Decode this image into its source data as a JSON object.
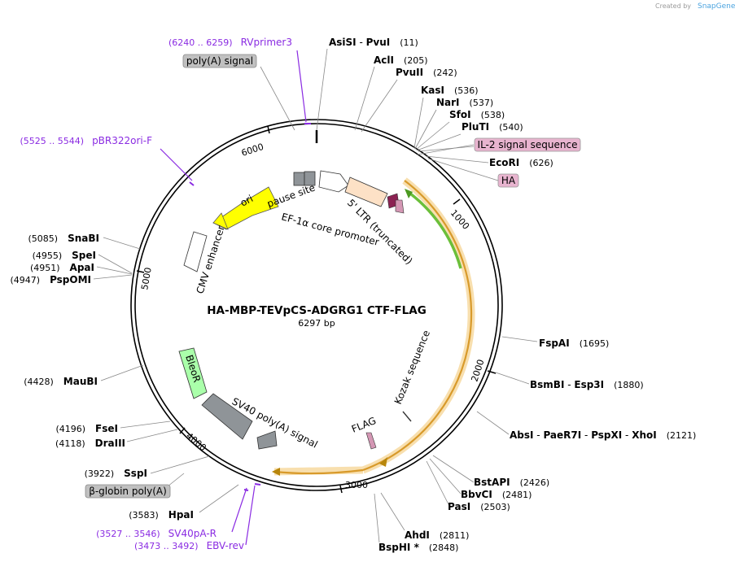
{
  "credit": {
    "prefix": "Created by",
    "brand": "SnapGene"
  },
  "plasmid": {
    "name": "HA-MBP-TEVpCS-ADGRG1 CTF-FLAG",
    "length": "6297 bp"
  },
  "ticks": [
    "1000",
    "2000",
    "3000",
    "4000",
    "5000",
    "6000"
  ],
  "sites": [
    {
      "name": "AsiSI",
      "sep": " - ",
      "name2": "PvuI",
      "pos": "(11)"
    },
    {
      "name": "AclI",
      "pos": "(205)"
    },
    {
      "name": "PvuII",
      "pos": "(242)"
    },
    {
      "name": "KasI",
      "pos": "(536)"
    },
    {
      "name": "NarI",
      "pos": "(537)"
    },
    {
      "name": "SfoI",
      "pos": "(538)"
    },
    {
      "name": "PluTI",
      "pos": "(540)"
    },
    {
      "name": "EcoRI",
      "pos": "(626)"
    },
    {
      "name": "FspAI",
      "pos": "(1695)"
    },
    {
      "name": "BsmBI",
      "sep": " - ",
      "name2": "Esp3I",
      "pos": "(1880)"
    },
    {
      "name": "AbsI",
      "sep": " - ",
      "name2": "PaeR7I",
      "sep2": " - ",
      "name3": "PspXI",
      "sep3": " - ",
      "name4": "XhoI",
      "pos": "(2121)"
    },
    {
      "name": "BstAPI",
      "pos": "(2426)"
    },
    {
      "name": "BbvCI",
      "pos": "(2481)"
    },
    {
      "name": "PasI",
      "pos": "(2503)"
    },
    {
      "name": "AhdI",
      "pos": "(2811)"
    },
    {
      "name": "BspHI",
      "star": " *",
      "pos": "(2848)"
    },
    {
      "name": "HpaI",
      "pos": "(3583)"
    },
    {
      "name": "SspI",
      "pos": "(3922)"
    },
    {
      "name": "DraIII",
      "pos": "(4118)"
    },
    {
      "name": "FseI",
      "pos": "(4196)"
    },
    {
      "name": "MauBI",
      "pos": "(4428)"
    },
    {
      "name": "PspOMI",
      "pos": "(4947)"
    },
    {
      "name": "ApaI",
      "pos": "(4951)"
    },
    {
      "name": "SpeI",
      "pos": "(4955)"
    },
    {
      "name": "SnaBI",
      "pos": "(5085)"
    }
  ],
  "primers": [
    {
      "range": "(6240 .. 6259)",
      "name": "RVprimer3"
    },
    {
      "range": "(5525 .. 5544)",
      "name": "pBR322ori-F"
    },
    {
      "range": "(3527 .. 3546)",
      "name": "SV40pA-R"
    },
    {
      "range": "(3473 .. 3492)",
      "name": "EBV-rev"
    }
  ],
  "boxes": {
    "polya": "poly(A) signal",
    "il2": "IL-2 signal sequence",
    "ha": "HA",
    "bglobin": "β-globin poly(A)"
  },
  "features": {
    "ori": "ori",
    "pause": "pause site",
    "ef1a": "EF-1α core promoter",
    "ltr": "5' LTR (truncated)",
    "cmv": "CMV enhancer",
    "kozak": "Kozak sequence",
    "flag": "FLAG",
    "sv40": "SV40 poly(A) signal",
    "bleor": "BleoR"
  },
  "colors": {
    "backbone": "#000000",
    "primer": "#8a2be2",
    "ori": "#ffff00",
    "bleor": "#aaffaa",
    "polya_box": "#c0c0c0",
    "il2_box": "#e8b4cf",
    "ltr": "#fde1c6",
    "orf_glow": "#f5d9a0",
    "orf_arrow": "#b8860b",
    "green_arrow": "#6bbf3a",
    "gray_feature": "#8f9498",
    "flag": "#d497b4",
    "il2_feature": "#8b2252"
  }
}
